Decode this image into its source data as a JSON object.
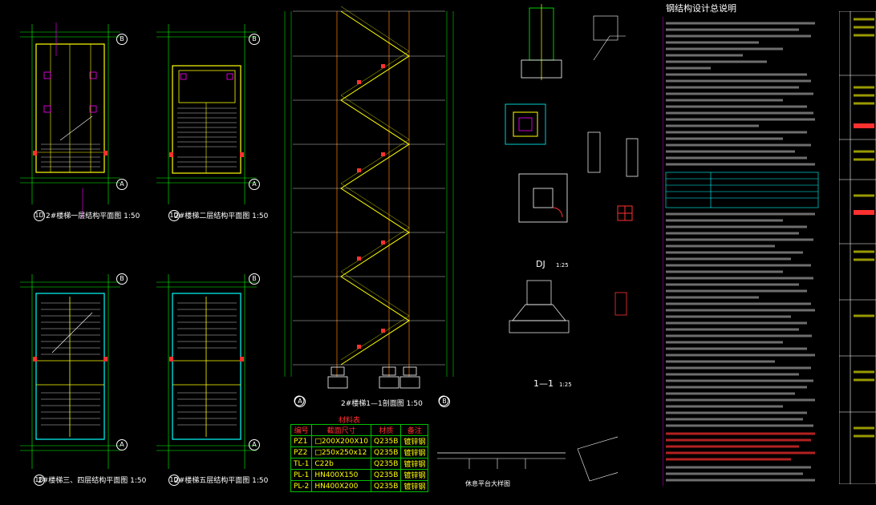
{
  "plans": [
    {
      "title": "2#楼梯一层结构平面图 1:50"
    },
    {
      "title": "2#楼梯二层结构平面图 1:50"
    },
    {
      "title": "2#楼梯三、四层结构平面图 1:50"
    },
    {
      "title": "2#楼梯五层结构平面图 1:50"
    }
  ],
  "axis_marks": {
    "a": "A",
    "b": "B",
    "one_d": "1D"
  },
  "section": {
    "title": "2#楼梯1—1剖面图 1:50"
  },
  "detail_dj": {
    "name": "DJ",
    "scale": "1:25"
  },
  "detail_11": {
    "name": "1—1",
    "scale": "1:25"
  },
  "platform_title": "休息平台大样图",
  "notes_title": "钢结构设计总说明",
  "material_table": {
    "title": "材料表",
    "headers": [
      "编号",
      "截面尺寸",
      "材质",
      "备注"
    ],
    "rows": [
      [
        "PZ1",
        "□200X200X10",
        "Q235B",
        "镀锌钢"
      ],
      [
        "PZ2",
        "□250x250x12",
        "Q235B",
        "镀锌钢"
      ],
      [
        "TL-1",
        "C22b",
        "Q235B",
        "镀锌钢"
      ],
      [
        "PL-1",
        "HN400X150",
        "Q235B",
        "镀锌钢"
      ],
      [
        "PL-2",
        "HN400X200",
        "Q235B",
        "镀锌钢"
      ]
    ]
  },
  "colors": {
    "background": "#000000",
    "cyan": "#00ffff",
    "yellow": "#ffff00",
    "green": "#00ff00",
    "magenta": "#ff00ff",
    "red": "#ff3030"
  }
}
